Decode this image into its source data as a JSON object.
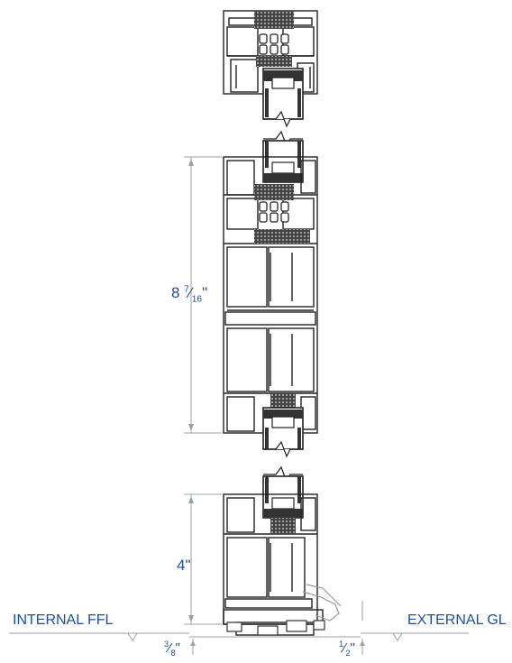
{
  "labels": {
    "internal_ffl": "INTERNAL FFL",
    "external_gl": "EXTERNAL GL"
  },
  "dimensions": {
    "mid_height": {
      "whole": "8",
      "num": "7",
      "den": "16",
      "unit": "\""
    },
    "bottom_height": {
      "text": "4\""
    },
    "left_gap": {
      "num": "3",
      "den": "8",
      "unit": "\""
    },
    "right_gap": {
      "num": "1",
      "den": "2",
      "unit": "\""
    }
  },
  "colors": {
    "label_blue": "#1f4e96",
    "outline": "#222222",
    "dim_line": "#9aa0a6",
    "gasket": "#555555"
  }
}
